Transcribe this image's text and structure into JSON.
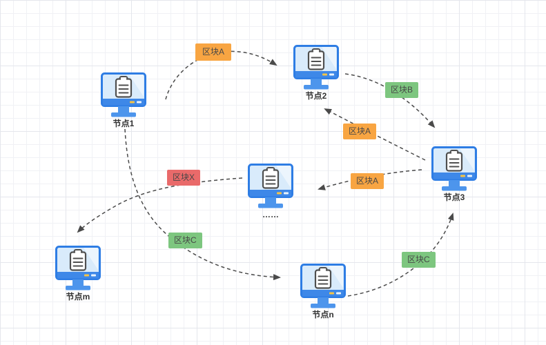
{
  "diagram": {
    "title": "blockchain-node-broadcast-diagram",
    "background": "grid-paper"
  },
  "colors": {
    "orange": "#F8A542",
    "green": "#7DC67F",
    "red": "#E96A6A",
    "line": "#4A4A4A",
    "monitor_frame": "#2E7DE4",
    "monitor_screen": "#D9EBFB",
    "monitor_bezel": "#3E88E8",
    "monitor_stand": "#4D95EC",
    "label_text": "#333333"
  },
  "nodes": [
    {
      "id": "node-1",
      "label": "节点1",
      "icon": "monitor-clipboard-icon"
    },
    {
      "id": "node-2",
      "label": "节点2",
      "icon": "monitor-clipboard-icon"
    },
    {
      "id": "node-3",
      "label": "节点3",
      "icon": "monitor-clipboard-icon"
    },
    {
      "id": "node-ellipsis",
      "label": "……",
      "icon": "monitor-clipboard-icon"
    },
    {
      "id": "node-m",
      "label": "节点m",
      "icon": "monitor-clipboard-icon"
    },
    {
      "id": "node-n",
      "label": "节点n",
      "icon": "monitor-clipboard-icon"
    }
  ],
  "badges": [
    {
      "id": "block-a-1",
      "label": "区块A",
      "color": "orange"
    },
    {
      "id": "block-b",
      "label": "区块B",
      "color": "green"
    },
    {
      "id": "block-a-2",
      "label": "区块A",
      "color": "orange"
    },
    {
      "id": "block-a-3",
      "label": "区块A",
      "color": "orange"
    },
    {
      "id": "block-x",
      "label": "区块X",
      "color": "red"
    },
    {
      "id": "block-c-1",
      "label": "区块C",
      "color": "green"
    },
    {
      "id": "block-c-2",
      "label": "区块C",
      "color": "green"
    }
  ],
  "edges": [
    {
      "from": "节点1",
      "to": "节点2",
      "badge": "区块A",
      "style": "dashed-arrow"
    },
    {
      "from": "节点2",
      "to": "节点3",
      "badge": "区块B",
      "style": "dashed-arrow"
    },
    {
      "from": "节点3",
      "to": "节点2",
      "badge": "区块A",
      "style": "dashed-arrow"
    },
    {
      "from": "节点3",
      "to": "……",
      "badge": "区块A",
      "style": "dashed-arrow"
    },
    {
      "from": "……",
      "to": "节点m",
      "badge": "区块X",
      "style": "dashed-arrow"
    },
    {
      "from": "节点1",
      "to": "节点n",
      "badge": "区块C",
      "style": "dashed-arrow"
    },
    {
      "from": "节点n",
      "to": "节点3",
      "badge": "区块C",
      "style": "dashed-arrow"
    }
  ]
}
